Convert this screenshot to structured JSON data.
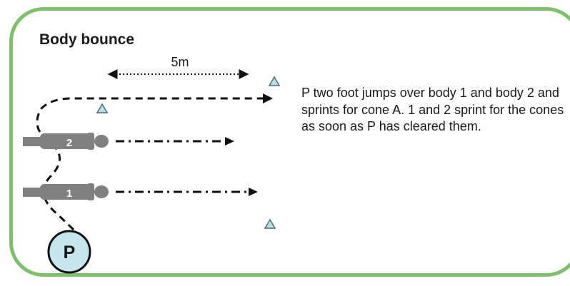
{
  "title": "Body bounce",
  "description": "P two foot jumps over body 1 and body 2 and sprints for cone A.  1 and 2 sprint for the cones as soon as P has cleared them.",
  "distance_label": "5m",
  "player_label": "P",
  "body_1_label": "1",
  "body_2_label": "2",
  "colors": {
    "frame_border": "#7cc16a",
    "cone_fill": "#b9dfe6",
    "body_fill": "#808080",
    "player_fill": "#c4e6ec"
  }
}
